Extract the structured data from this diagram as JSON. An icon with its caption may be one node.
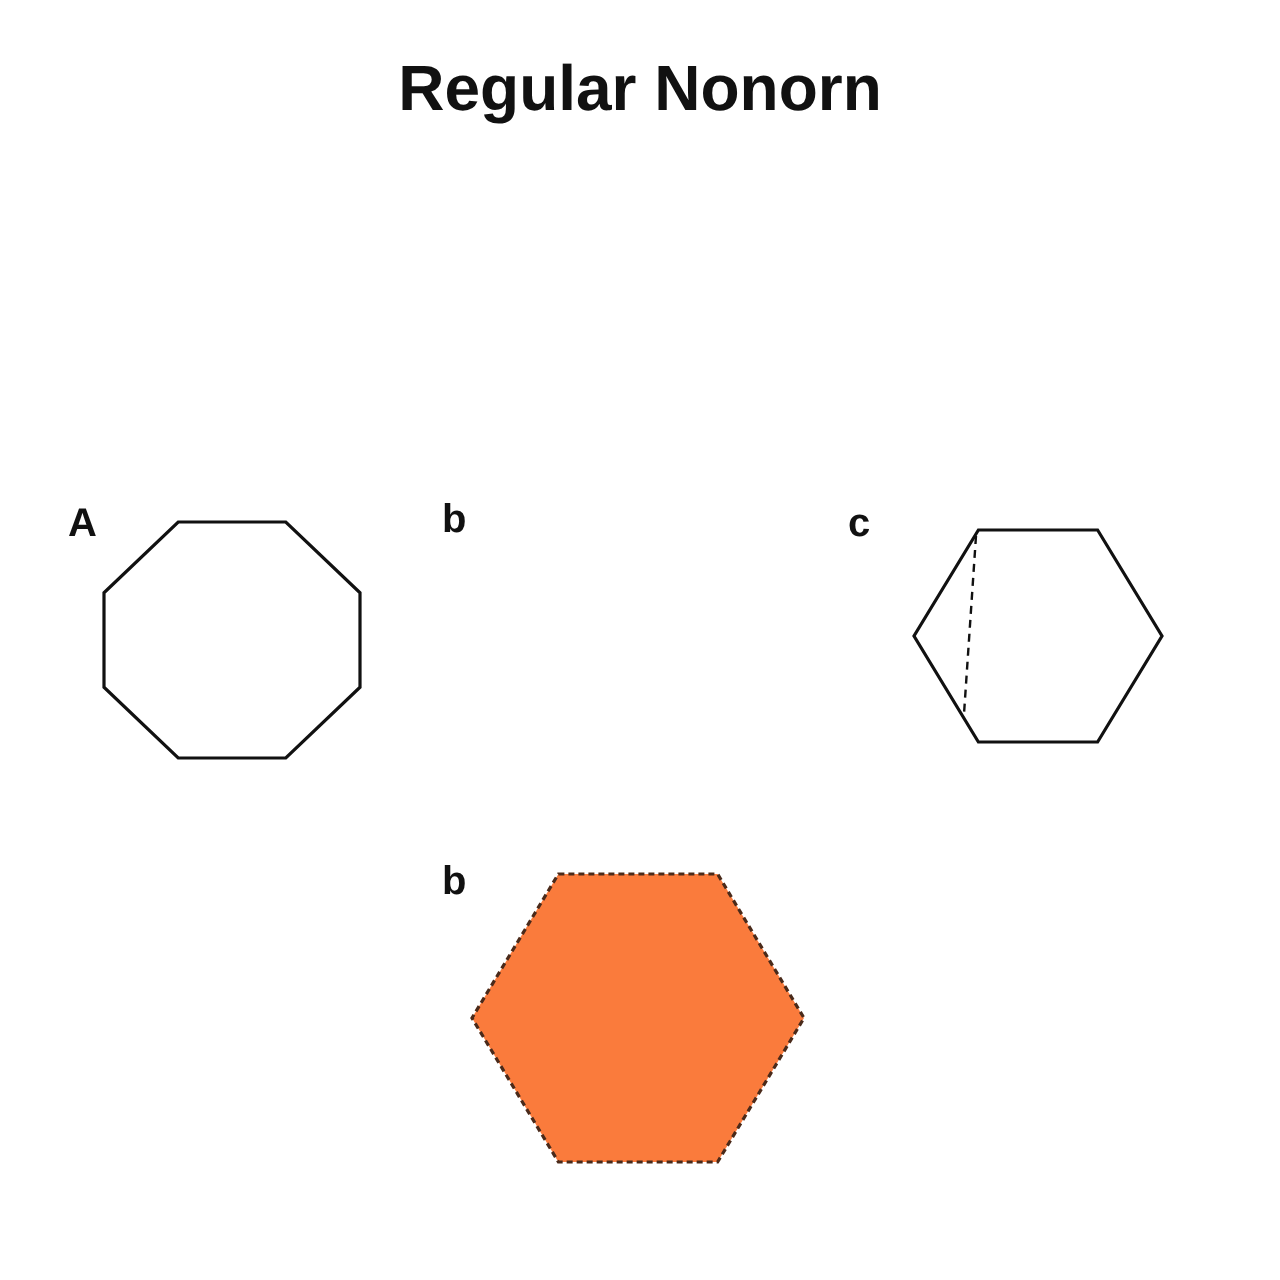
{
  "diagram": {
    "title": "Regular Nonorn",
    "nodes": [
      {
        "text": [],
        "shape": "octagon",
        "beside": [
          "A"
        ]
      },
      {
        "text": [],
        "shape": "hexagon",
        "beside": [
          "c"
        ]
      },
      {
        "text": [],
        "shape": "hexagon",
        "beside": [
          "b"
        ]
      }
    ],
    "labels": [
      "b"
    ]
  }
}
